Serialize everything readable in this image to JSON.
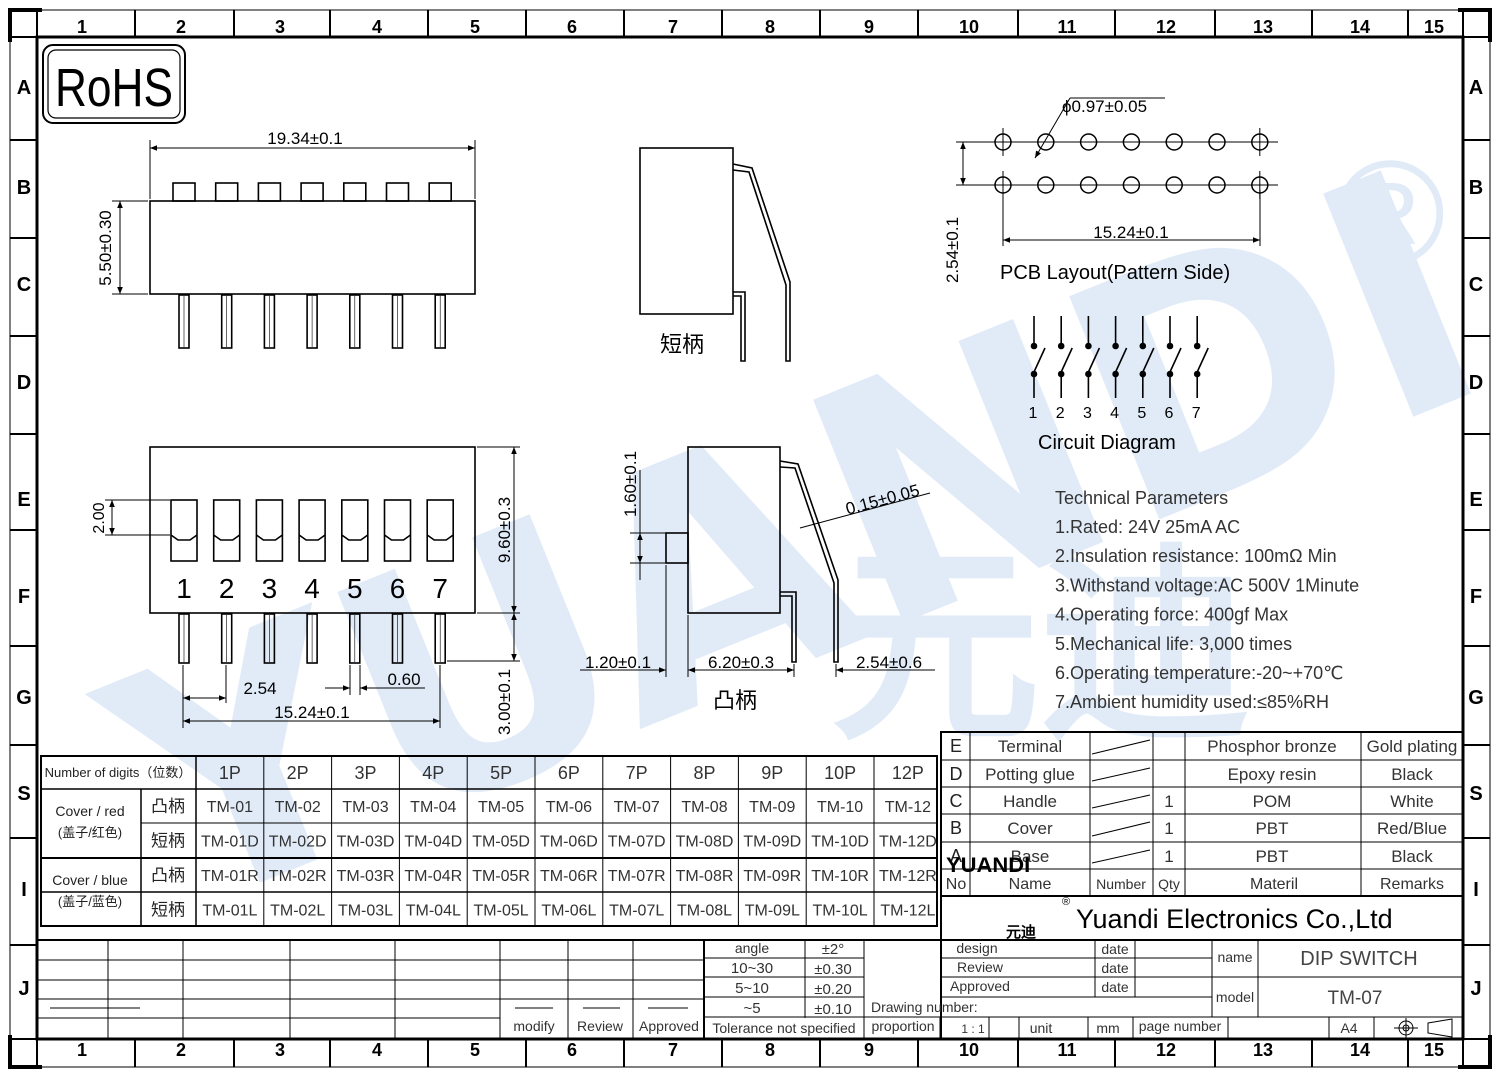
{
  "frame": {
    "col_numbers": [
      "1",
      "2",
      "3",
      "4",
      "5",
      "6",
      "7",
      "8",
      "9",
      "10",
      "11",
      "12",
      "13",
      "14",
      "15"
    ],
    "row_letters": [
      "A",
      "B",
      "C",
      "D",
      "E",
      "F",
      "G",
      "S",
      "I",
      "J"
    ]
  },
  "watermark": {
    "text": "YUANDI",
    "cn": "元迪",
    "reg": "®"
  },
  "rohs": "RoHS",
  "top_view": {
    "width_dim": "19.34±0.1",
    "height_dim": "5.50±0.30"
  },
  "short_handle_label": "短柄",
  "raised_handle_label": "凸柄",
  "pcb": {
    "hole_dim": "ϕ0.97±0.05",
    "pitch_dim": "15.24±0.1",
    "row_dim": "2.54±0.1",
    "title": "PCB  Layout(Pattern  Side)"
  },
  "circuit": {
    "title": "Circuit  Diagram",
    "labels": [
      "1",
      "2",
      "3",
      "4",
      "5",
      "6",
      "7"
    ]
  },
  "front_view": {
    "switch_labels": [
      "1",
      "2",
      "3",
      "4",
      "5",
      "6",
      "7"
    ],
    "dim_slot": "2.00",
    "dim_height": "9.60±0.3",
    "dim_pin_len": "3.00±0.1",
    "dim_pitch": "2.54",
    "dim_pin_w": "0.60",
    "dim_span": "15.24±0.1"
  },
  "side_view": {
    "dim_lever": "1.60±0.1",
    "dim_pin_thk": "0.15±0.05",
    "dim_lever_len": "1.20±0.1",
    "dim_body": "6.20±0.3",
    "dim_pin_pitch": "2.54±0.6"
  },
  "tech": {
    "title": "Technical Parameters",
    "items": [
      "1.Rated: 24V 25mA  AC",
      "2.Insulation resistance: 100mΩ Min",
      "3.Withstand voltage:AC 500V 1Minute",
      "4.Operating force: 400gf Max",
      "5.Mechanical life: 3,000 times",
      "6.Operating temperature:-20~+70℃",
      "7.Ambient humidity used:≤85%RH"
    ]
  },
  "model_table": {
    "header_label": "Number of digits（位数）",
    "digits": [
      "1P",
      "2P",
      "3P",
      "4P",
      "5P",
      "6P",
      "7P",
      "8P",
      "9P",
      "10P",
      "12P"
    ],
    "groups": [
      {
        "label1": "Cover / red",
        "label2": "(盖子/红色)",
        "rows": [
          {
            "type": "凸柄",
            "models": [
              "TM-01",
              "TM-02",
              "TM-03",
              "TM-04",
              "TM-05",
              "TM-06",
              "TM-07",
              "TM-08",
              "TM-09",
              "TM-10",
              "TM-12"
            ]
          },
          {
            "type": "短柄",
            "models": [
              "TM-01D",
              "TM-02D",
              "TM-03D",
              "TM-04D",
              "TM-05D",
              "TM-06D",
              "TM-07D",
              "TM-08D",
              "TM-09D",
              "TM-10D",
              "TM-12D"
            ]
          }
        ]
      },
      {
        "label1": "Cover / blue",
        "label2": "(盖子/蓝色)",
        "rows": [
          {
            "type": "凸柄",
            "models": [
              "TM-01R",
              "TM-02R",
              "TM-03R",
              "TM-04R",
              "TM-05R",
              "TM-06R",
              "TM-07R",
              "TM-08R",
              "TM-09R",
              "TM-10R",
              "TM-12R"
            ]
          },
          {
            "type": "短柄",
            "models": [
              "TM-01L",
              "TM-02L",
              "TM-03L",
              "TM-04L",
              "TM-05L",
              "TM-06L",
              "TM-07L",
              "TM-08L",
              "TM-09L",
              "TM-10L",
              "TM-12L"
            ]
          }
        ]
      }
    ]
  },
  "bom": {
    "rows": [
      {
        "no": "E",
        "name": "Terminal",
        "qty": "",
        "material": "Phosphor bronze",
        "remark": "Gold plating"
      },
      {
        "no": "D",
        "name": "Potting glue",
        "qty": "",
        "material": "Epoxy resin",
        "remark": "Black"
      },
      {
        "no": "C",
        "name": "Handle",
        "qty": "1",
        "material": "POM",
        "remark": "White"
      },
      {
        "no": "B",
        "name": "Cover",
        "qty": "1",
        "material": "PBT",
        "remark": "Red/Blue"
      },
      {
        "no": "A",
        "name": "Base",
        "qty": "1",
        "material": "PBT",
        "remark": "Black"
      }
    ],
    "header": {
      "no": "No",
      "name": "Name",
      "number": "Number",
      "qty": "Qty",
      "material": "Materil",
      "remark": "Remarks"
    }
  },
  "company": {
    "logo": "YUANDI",
    "logo_reg": "®",
    "logo_cn": "元迪",
    "name": "Yuandi Electronics Co.,Ltd"
  },
  "title_block": {
    "design": "design",
    "review": "Review",
    "approved": "Approved",
    "date": "date",
    "name_label": "name",
    "name_value": "DIP SWITCH",
    "model_label": "model",
    "model_value": "TM-07",
    "drawing_number": "Drawing number:",
    "proportion": "proportion",
    "scale": "1 : 1",
    "unit": "unit",
    "unit_value": "mm",
    "page_number": "page number",
    "size": "A4"
  },
  "tolerance": {
    "angle_label": "angle",
    "angle_value": "±2°",
    "rows": [
      {
        "range": "10~30",
        "value": "±0.30"
      },
      {
        "range": "5~10",
        "value": "±0.20"
      },
      {
        "range": "~5",
        "value": "±0.10"
      }
    ],
    "caption": "Tolerance not specified"
  },
  "signoff": {
    "modify": "modify",
    "review": "Review",
    "approved": "Approved"
  }
}
